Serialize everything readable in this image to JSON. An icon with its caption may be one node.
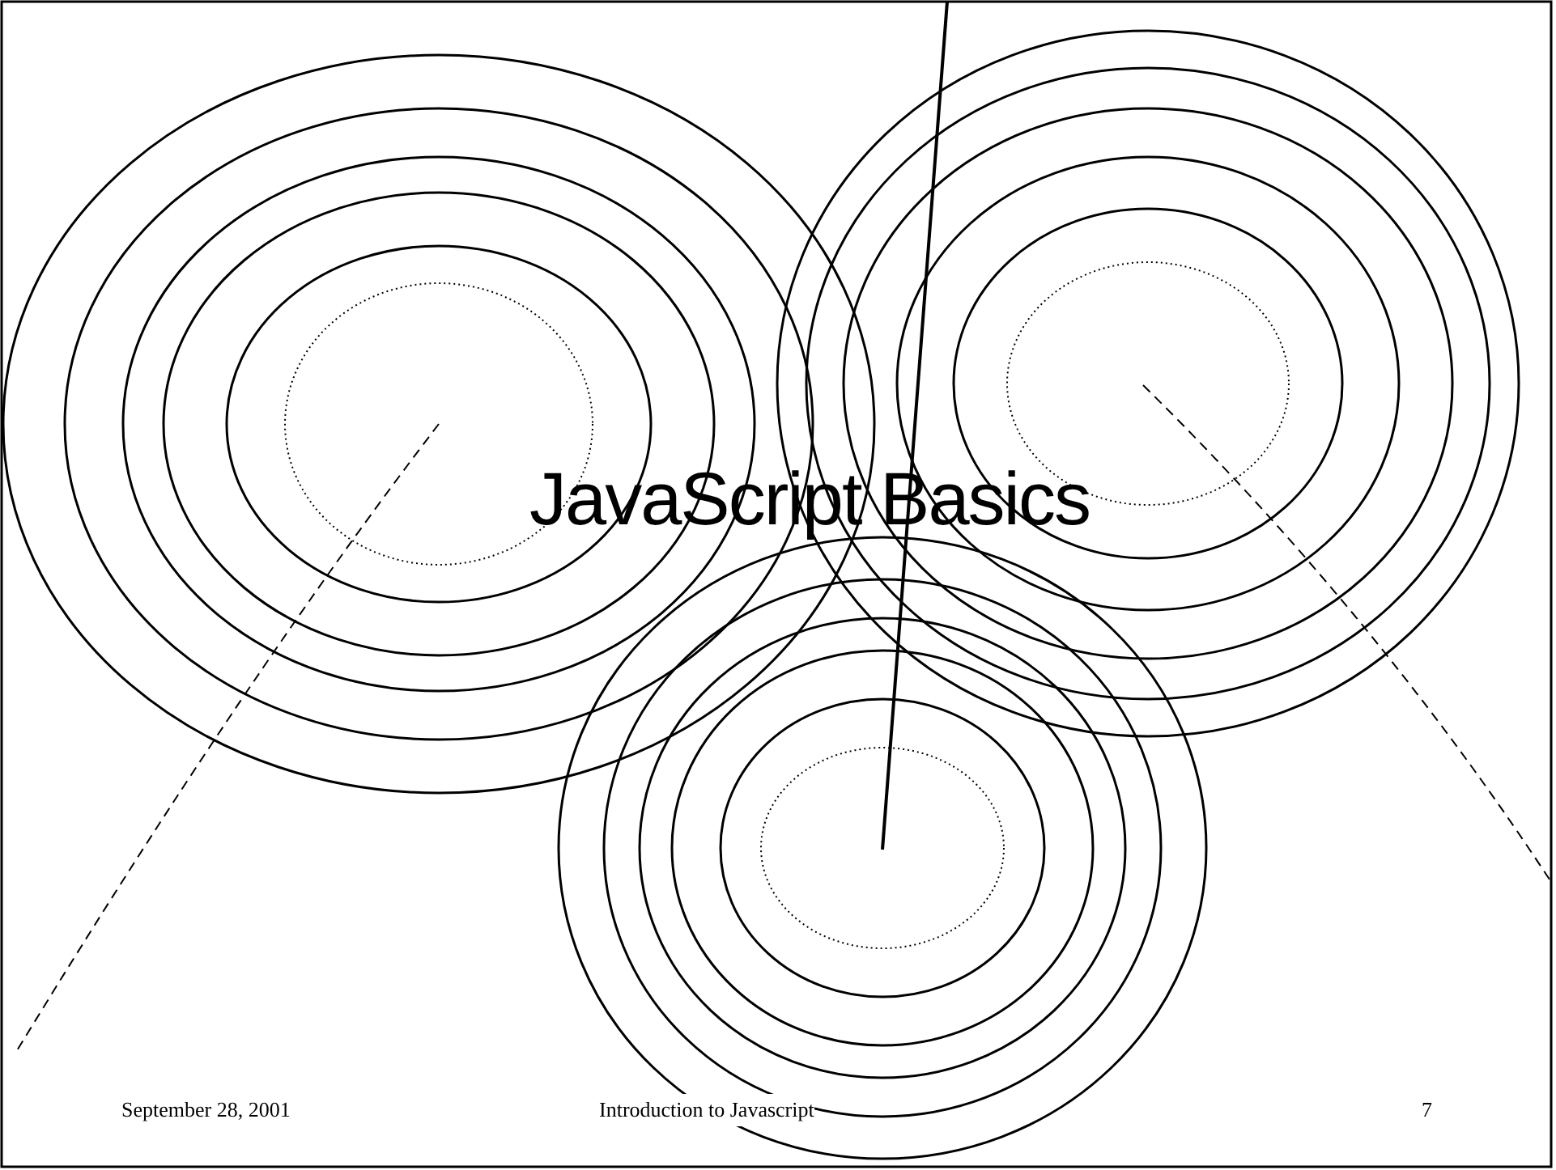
{
  "diagram": {
    "title": "JavaScript Basics",
    "labels": [
      "September 28, 2001",
      "Introduction to Javascript",
      "7"
    ]
  }
}
